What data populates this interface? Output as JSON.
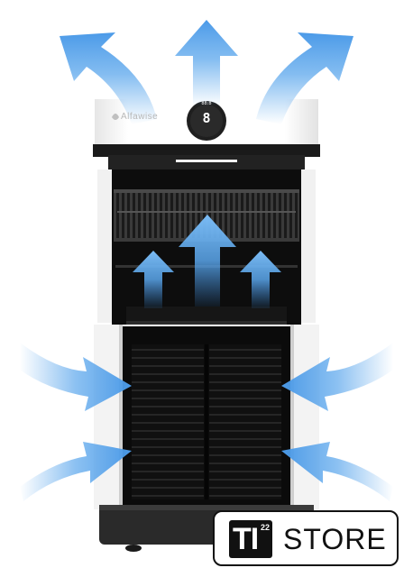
{
  "product": {
    "brand_text": "Alfawise",
    "display_digit": "8",
    "display_mini": "88:8"
  },
  "store_badge": {
    "logo_main": "TI",
    "logo_sup": "22",
    "name": "STORE"
  },
  "colors": {
    "arrow_blue": "#5aa6ec",
    "body_white": "#f4f4f4",
    "interior_black": "#0c0c0c",
    "badge_border": "#111111"
  }
}
